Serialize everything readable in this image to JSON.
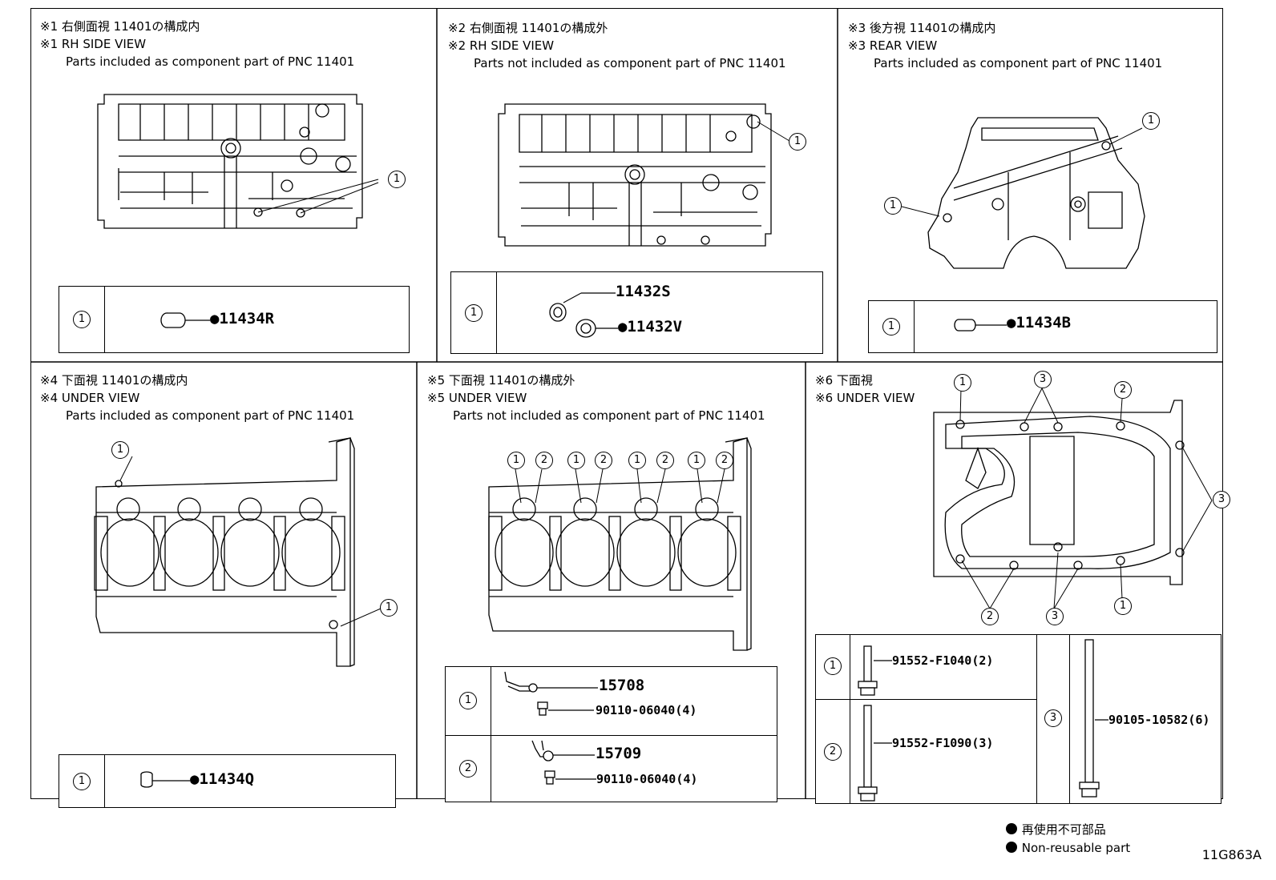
{
  "panels": [
    {
      "jp": "※1 右側面視 11401の構成内",
      "en": "※1 RH SIDE VIEW",
      "desc": "Parts included as component part of PNC 11401",
      "rows": [
        {
          "index": "1",
          "parts": [
            "●11434R"
          ]
        }
      ]
    },
    {
      "jp": "※2 右側面視 11401の構成外",
      "en": "※2 RH SIDE VIEW",
      "desc": "Parts not included as component part of PNC 11401",
      "rows": [
        {
          "index": "1",
          "parts": [
            "11432S",
            "●11432V"
          ]
        }
      ]
    },
    {
      "jp": "※3 後方視 11401の構成内",
      "en": "※3 REAR VIEW",
      "desc": "Parts included as component part of PNC 11401",
      "rows": [
        {
          "index": "1",
          "parts": [
            "●11434B"
          ]
        }
      ]
    },
    {
      "jp": "※4 下面視 11401の構成内",
      "en": "※4 UNDER VIEW",
      "desc": "Parts included as component part of PNC 11401",
      "rows": [
        {
          "index": "1",
          "parts": [
            "●11434Q"
          ]
        }
      ]
    },
    {
      "jp": "※5 下面視 11401の構成外",
      "en": "※5 UNDER VIEW",
      "desc": "Parts not included as component part of PNC 11401",
      "rows": [
        {
          "index": "1",
          "parts": [
            "15708",
            "90110-06040(4)"
          ]
        },
        {
          "index": "2",
          "parts": [
            "15709",
            "90110-06040(4)"
          ]
        }
      ]
    },
    {
      "jp": "※6 下面視",
      "en": "※6 UNDER VIEW",
      "desc": "",
      "rows": [
        {
          "index": "1",
          "parts": [
            "91552-F1040(2)"
          ]
        },
        {
          "index": "2",
          "parts": [
            "91552-F1090(3)"
          ]
        },
        {
          "index": "3",
          "parts": [
            "90105-10582(6)"
          ]
        }
      ]
    }
  ],
  "callouts": {
    "one": "1",
    "two": "2",
    "three": "3"
  },
  "legend": {
    "jp": "再使用不可部品",
    "en": "Non-reusable part"
  },
  "figure_code": "11G863A"
}
